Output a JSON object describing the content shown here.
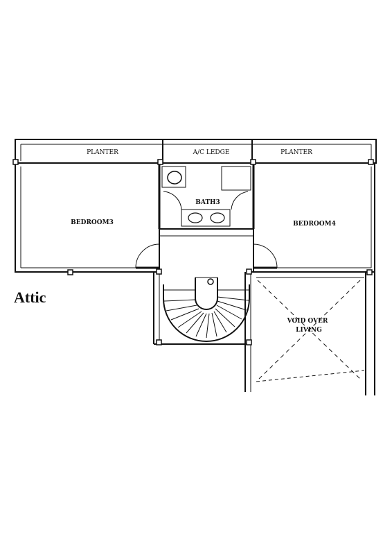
{
  "labels": {
    "planter_left": "PLANTER",
    "ac_ledge": "A/C LEDGE",
    "planter_right": "PLANTER",
    "bath": "BATH3",
    "bedroom3": "BEDROOM3",
    "bedroom4": "BEDROOM4",
    "void_line1": "VOID OVER",
    "void_line2": "LIVING"
  },
  "floor_title": "Attic"
}
